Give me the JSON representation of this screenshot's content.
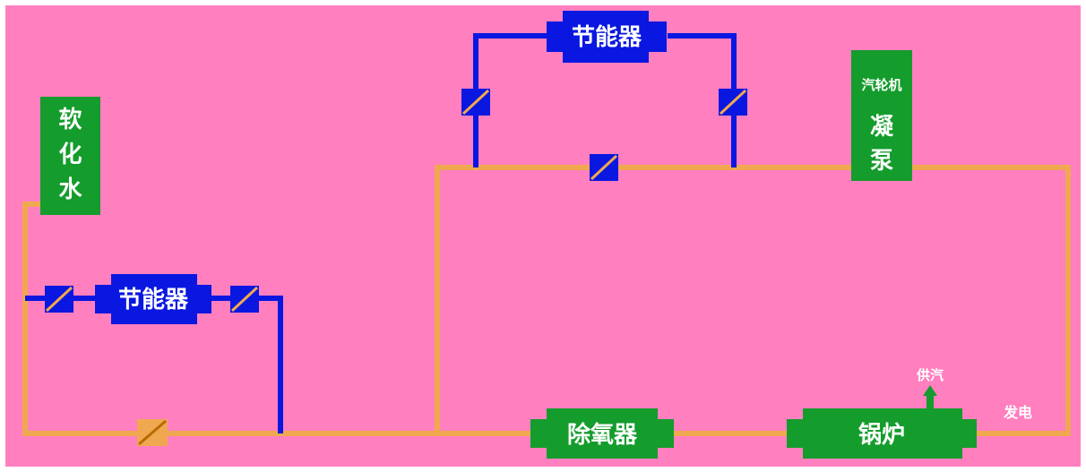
{
  "diagram": {
    "background_color": "#ff7fbf",
    "pipe_color_water": "#f0a850",
    "pipe_color_bypass": "#0a17e0",
    "box_color_green": "#149c2c",
    "box_color_blue": "#0a17e0",
    "soft_water_label": [
      "软",
      "化",
      "水"
    ],
    "economizer_left_label": "节能器",
    "economizer_top_label": "节能器",
    "turbine_label": "汽轮机",
    "pump_label": "凝泵",
    "deaerator_label": "除氧器",
    "boiler_label": "锅炉",
    "steam_supply_label": "供汽",
    "power_label": "发电"
  }
}
